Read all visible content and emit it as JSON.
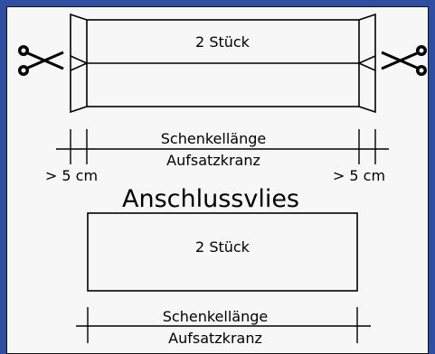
{
  "diagram": {
    "top_piece": {
      "count_label": "2 Stück"
    },
    "top_dimension": {
      "line1": "Schenkellänge",
      "line2": "Aufsatzkranz",
      "left_extra": "> 5 cm",
      "right_extra": "> 5 cm"
    },
    "section_title": "Anschlussvlies",
    "bottom_piece": {
      "count_label": "2 Stück"
    },
    "bottom_dimension": {
      "line1": "Schenkellänge",
      "line2": "Aufsatzkranz"
    },
    "icons": [
      "scissors-icon",
      "scissors-icon"
    ],
    "colors": {
      "background": "#2f4fa3",
      "panel": "#f7f7f7",
      "ink": "#000000"
    }
  }
}
